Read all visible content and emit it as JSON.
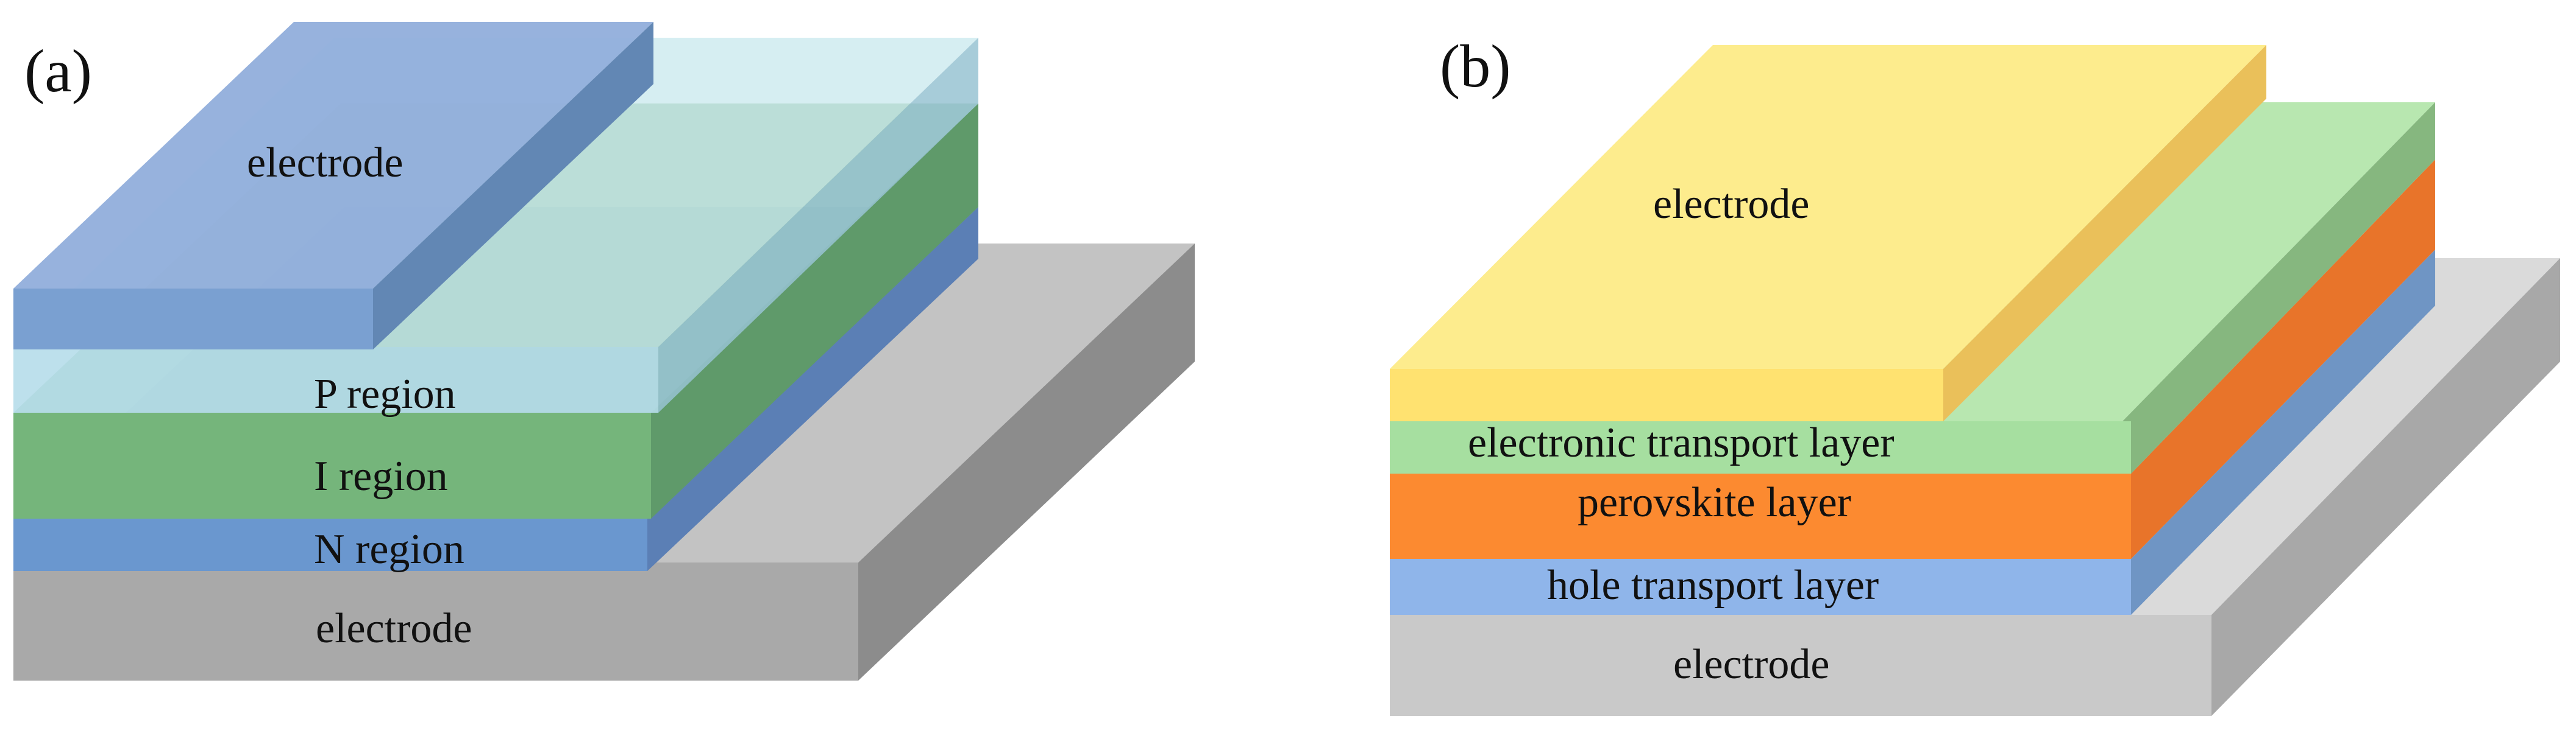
{
  "panels": [
    {
      "label": "(a)",
      "layers": {
        "top_electrode": "electrode",
        "p_region": "P region",
        "i_region": "I region",
        "n_region": "N region",
        "bottom_electrode": "electrode"
      }
    },
    {
      "label": "(b)",
      "layers": {
        "top_electrode": "electrode",
        "etl": "electronic transport layer",
        "perovskite": "perovskite layer",
        "htl": "hole transport layer",
        "bottom_electrode": "electrode"
      }
    }
  ],
  "colors": {
    "a_substrate_front": "#a9a9a9",
    "a_substrate_top": "#c3c3c3",
    "a_substrate_side": "#8c8c8c",
    "a_n_front": "#6a97cf",
    "a_n_top": "#6f8fc2",
    "a_n_side": "#5b7fb5",
    "a_i_front": "#75b57b",
    "a_i_top": "#7fb486",
    "a_i_side": "#5f9a6a",
    "a_p_front": "#b6ddea",
    "a_p_top": "#c8e8ee",
    "a_p_side": "#98c3d2",
    "a_elec_front": "#7aa0d1",
    "a_elec_top": "#91aedb",
    "a_elec_side": "#6287b4",
    "b_substrate_front": "#c9c9c9",
    "b_substrate_top": "#dadada",
    "b_substrate_side": "#a8a8a8",
    "b_htl_front": "#8fb5ea",
    "b_htl_side": "#6f95c4",
    "b_perov_front": "#fc8a30",
    "b_perov_side": "#e8742a",
    "b_etl_front": "#a6dfa0",
    "b_etl_top": "#b8e7b0",
    "b_etl_side": "#86b77f",
    "b_elec_front": "#ffe270",
    "b_elec_top": "#fdec8d",
    "b_elec_side": "#eac05a"
  }
}
